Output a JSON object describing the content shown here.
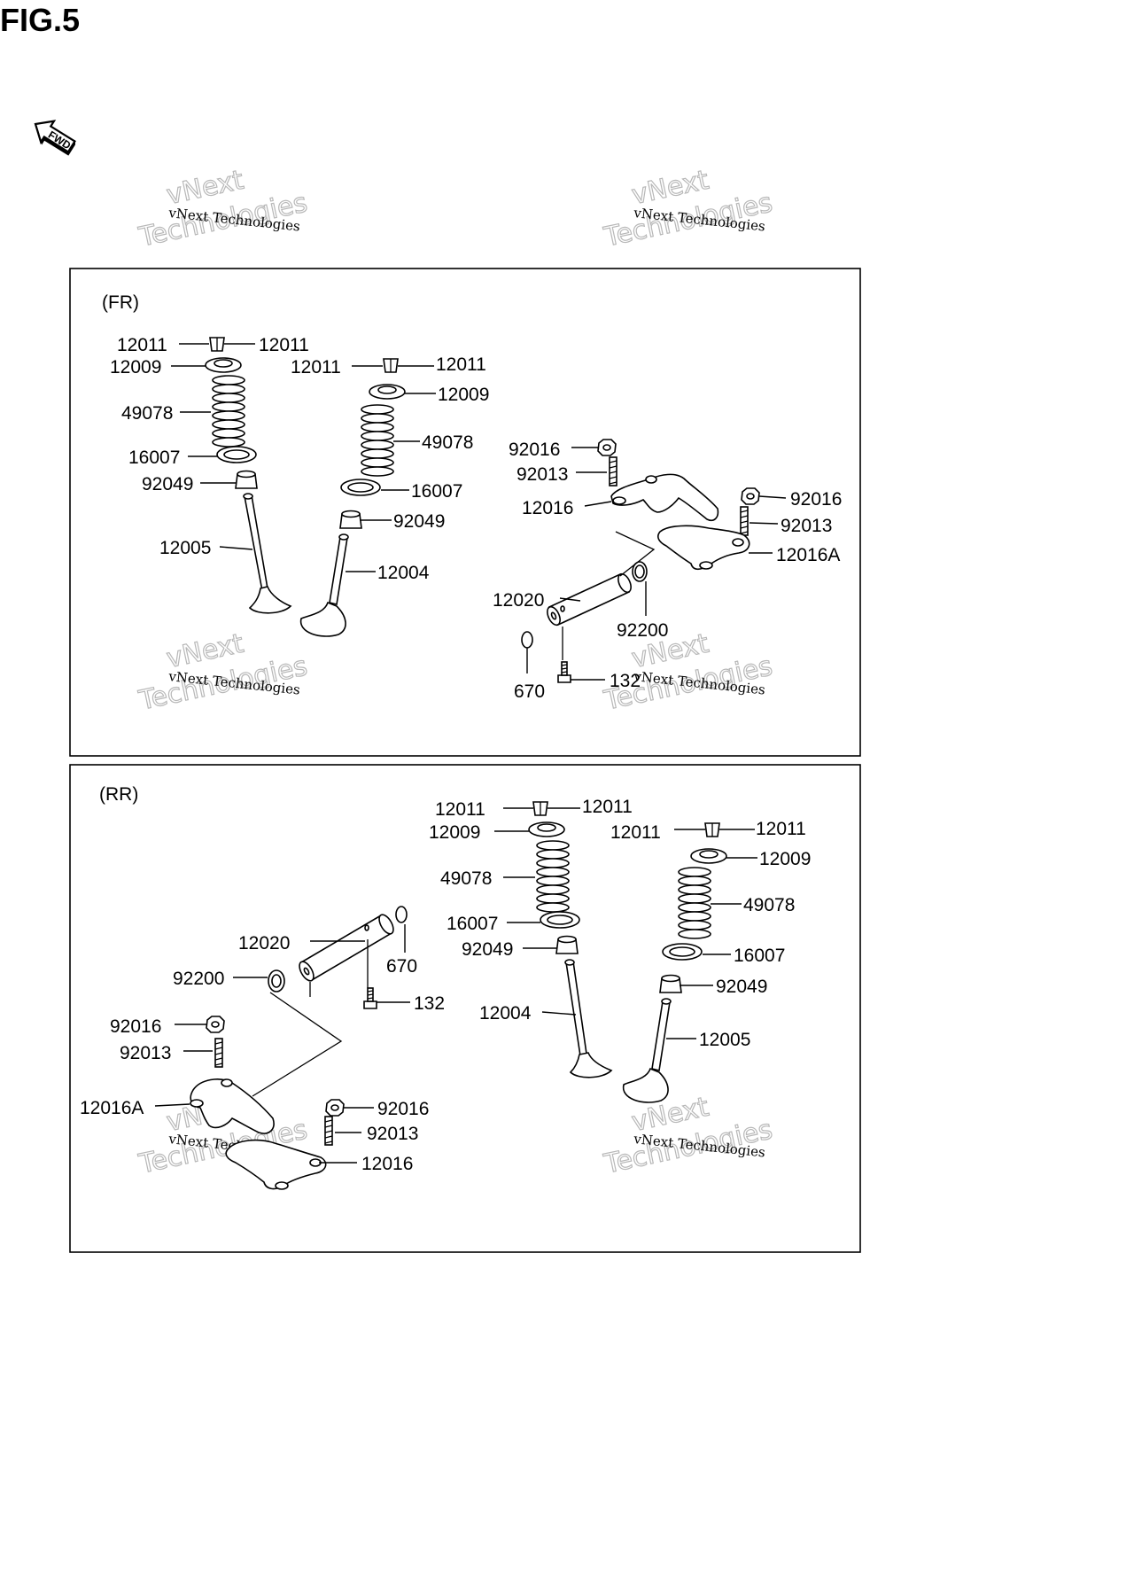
{
  "title": "FIG.5",
  "fwd_label": "FWD",
  "watermark": {
    "line1": "vNext Technologies",
    "line2": "vNext",
    "line3": "Technologies"
  },
  "sections": {
    "fr": {
      "label": "(FR)",
      "callouts": {
        "v1_cotter_l": "12011",
        "v1_cotter_r": "12011",
        "v1_retainer": "12009",
        "v1_spring": "49078",
        "v1_seat": "16007",
        "v1_seal": "92049",
        "v1_valve": "12005",
        "v2_cotter_l": "12011",
        "v2_cotter_r": "12011",
        "v2_retainer": "12009",
        "v2_spring": "49078",
        "v2_seat": "16007",
        "v2_seal": "92049",
        "v2_valve": "12004",
        "nut_a": "92016",
        "screw_a": "92013",
        "arm_a": "12016",
        "nut_b": "92016",
        "screw_b": "92013",
        "arm_b": "12016A",
        "shaft": "12020",
        "washer": "92200",
        "oring": "670",
        "bolt": "132"
      }
    },
    "rr": {
      "label": "(RR)",
      "callouts": {
        "v1_cotter_l": "12011",
        "v1_cotter_r": "12011",
        "v1_retainer": "12009",
        "v1_spring": "49078",
        "v1_seat": "16007",
        "v1_seal": "92049",
        "v1_valve": "12004",
        "v2_cotter_l": "12011",
        "v2_cotter_r": "12011",
        "v2_retainer": "12009",
        "v2_spring": "49078",
        "v2_seat": "16007",
        "v2_seal": "92049",
        "v2_valve": "12005",
        "shaft": "12020",
        "oring": "670",
        "washer": "92200",
        "bolt": "132",
        "nut_a": "92016",
        "screw_a": "92013",
        "arm_a": "12016A",
        "nut_b": "92016",
        "screw_b": "92013",
        "arm_b": "12016"
      }
    }
  }
}
